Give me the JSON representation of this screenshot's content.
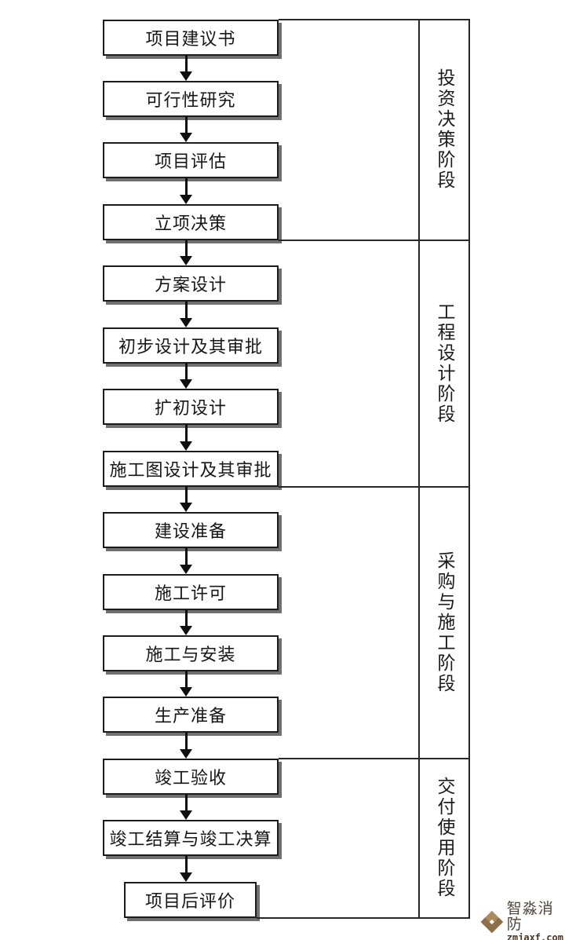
{
  "diagram": {
    "type": "flowchart",
    "direction": "top-down",
    "steps": [
      "项目建议书",
      "可行性研究",
      "项目评估",
      "立项决策",
      "方案设计",
      "初步设计及其审批",
      "扩初设计",
      "施工图设计及其审批",
      "建设准备",
      "施工许可",
      "施工与安装",
      "生产准备",
      "竣工验收",
      "竣工结算与竣工决算",
      "项目后评价"
    ],
    "phases": [
      {
        "label": "投资决策阶段",
        "from_step": 1,
        "to_step": 4
      },
      {
        "label": "工程设计阶段",
        "from_step": 5,
        "to_step": 8
      },
      {
        "label": "采购与施工阶段",
        "from_step": 9,
        "to_step": 12
      },
      {
        "label": "交付使用阶段",
        "from_step": 13,
        "to_step": 15
      }
    ]
  },
  "watermark": {
    "brand": "智淼消防",
    "domain": "zmjaxf.com"
  },
  "colors": {
    "line": "#272727",
    "box_border": "#1c1c1c",
    "box_shadow": "#707070",
    "text": "#161616",
    "logo_tan_light": "#ab8a60",
    "logo_tan_dark": "#8d6e49",
    "logo_brand_text": "#4e453c",
    "logo_domain_text": "#49341f"
  }
}
